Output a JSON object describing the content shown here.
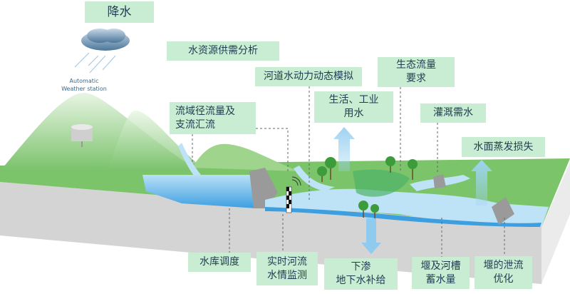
{
  "title": "水资源管理示意图",
  "weather_station": {
    "line1": "Automatic",
    "line2": "Weather station"
  },
  "labels": {
    "precipitation": "降水",
    "supply_demand": "水资源供需分析",
    "hydrodynamic": "河道水动力动态模拟",
    "eco_flow": {
      "line1": "生态流量",
      "line2": "要求"
    },
    "domestic": {
      "line1": "生活、工业",
      "line2": "用水"
    },
    "irrigation": "灌溉需水",
    "evaporation": "水面蒸发损失",
    "runoff": {
      "line1": "流域径流量及",
      "line2": "支流汇流"
    },
    "reservoir": "水库调度",
    "monitoring": {
      "line1": "实时河流",
      "line2": "水情监测"
    },
    "infiltration": {
      "line1": "下渗",
      "line2": "地下水补给"
    },
    "weir_storage": {
      "line1": "堰及河槽",
      "line2": "蓄水量"
    },
    "weir_discharge": {
      "line1": "堰的泄流",
      "line2": "优化"
    }
  },
  "colors": {
    "label_bg": "#c9edd2",
    "label_text": "#1f3d52",
    "water": "#5fb4e8",
    "land": "#7cc46a"
  }
}
